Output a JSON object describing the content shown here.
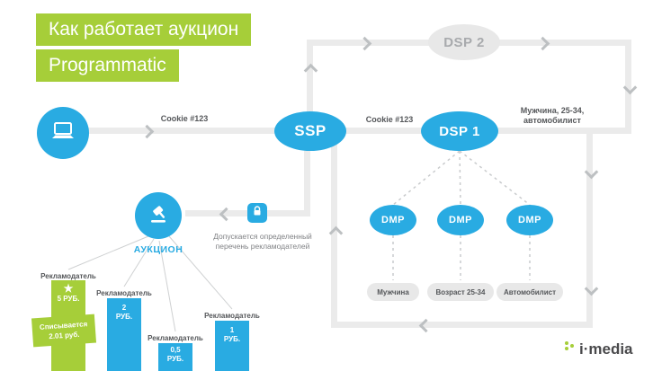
{
  "slide": {
    "title_line1": "Как работает аукцион",
    "title_line2": "Programmatic"
  },
  "flow": {
    "ssp": "SSP",
    "dsp1": "DSP 1",
    "dsp2": "DSP 2",
    "dmps": [
      "DMP",
      "DMP",
      "DMP"
    ],
    "segments": [
      "Мужчина",
      "Возраст 25-34",
      "Автомобилист"
    ],
    "cookie_left": "Cookie #123",
    "cookie_right": "Cookie #123",
    "audience_line1": "Мужчина, 25-34,",
    "audience_line2": "автомобилист",
    "auction_label": "АУКЦИОН",
    "lock_note_line1": "Допускается определенный",
    "lock_note_line2": "перечень рекламодателей"
  },
  "chart_data": {
    "type": "bar",
    "categories": [
      "Рекламодатель",
      "Рекламодатель",
      "Рекламодатель",
      "Рекламодатель"
    ],
    "values": [
      5,
      2,
      0.5,
      1
    ],
    "value_labels": [
      "5 РУБ.",
      "2 РУБ.",
      "0,5 РУБ.",
      "1 РУБ."
    ],
    "advertiser_label": "Рекламодатель",
    "winner_index": 0,
    "winner_star": "★",
    "winner_callout": "Списывается 2.01 руб.",
    "ylabel": "",
    "xlabel": ""
  },
  "logo": {
    "text": "i·media"
  },
  "colors": {
    "green": "#a6ce39",
    "blue": "#29abe2",
    "line_gray": "#ebebeb",
    "dark_text": "#55575a",
    "gray_node_text": "#a8aaad"
  }
}
